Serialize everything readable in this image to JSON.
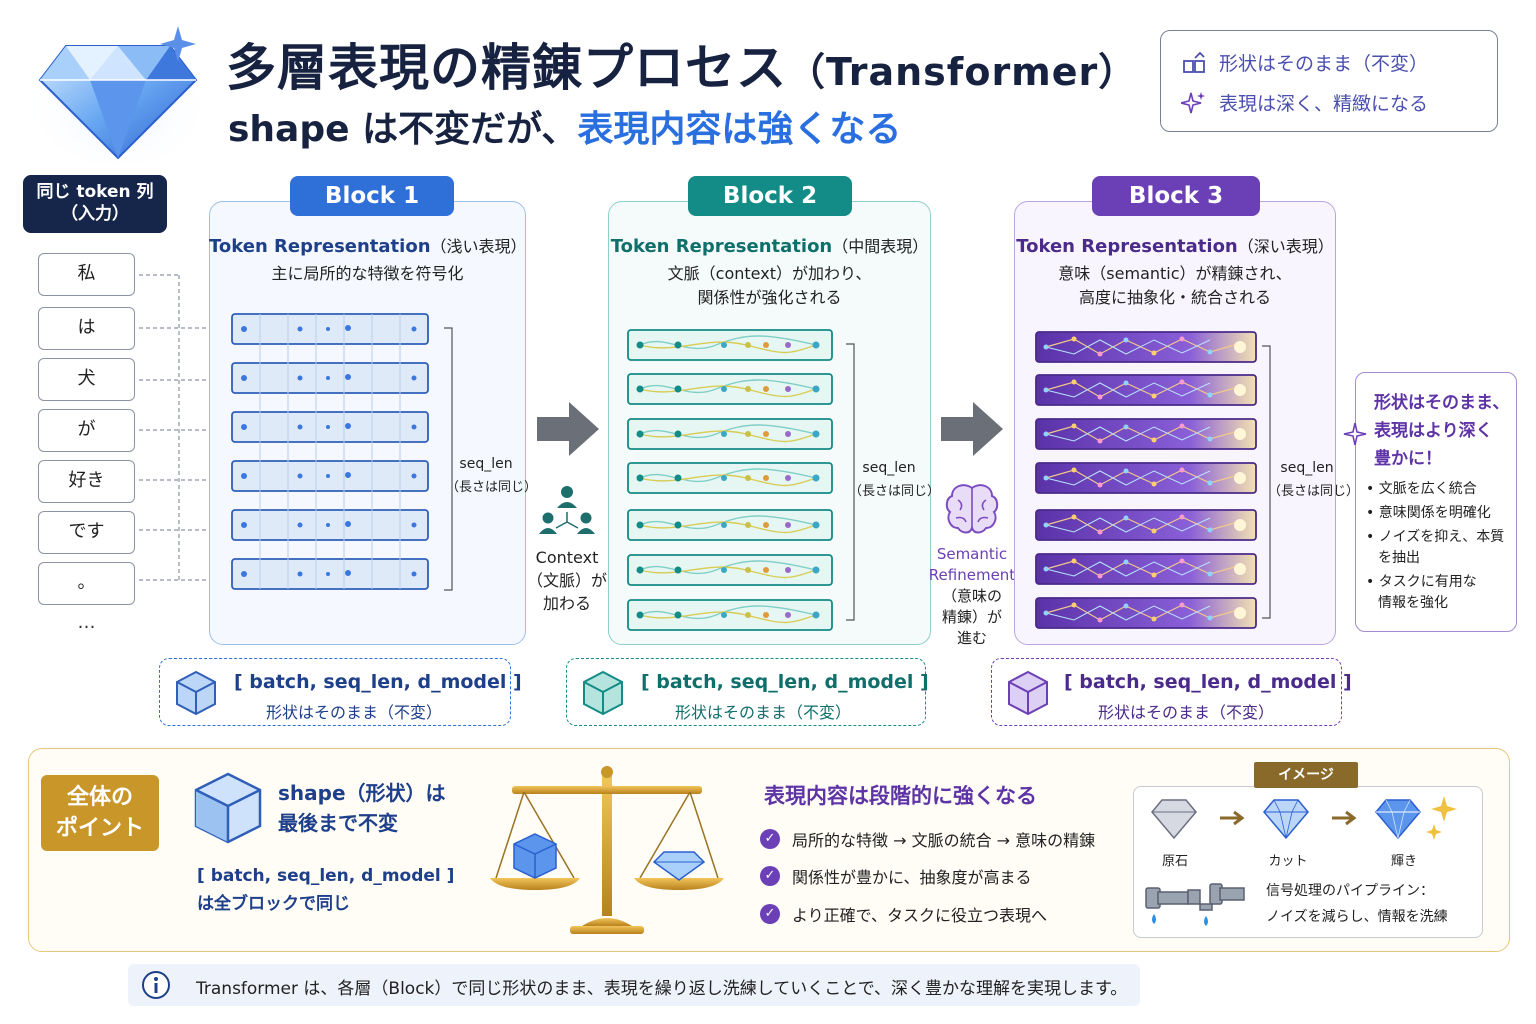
{
  "header": {
    "title_main": "多層表現の精錬プロセス",
    "title_paren": "（Transformer）",
    "subtitle_a": "shape は不変だが、",
    "subtitle_b": "表現内容は強くなる"
  },
  "legend": {
    "row1": "形状はそのまま（不変）",
    "row2": "表現は深く、精緻になる"
  },
  "input": {
    "header_line1": "同じ token 列",
    "header_line2": "（入力）",
    "tokens": [
      "私",
      "は",
      "犬",
      "が",
      "好き",
      "です",
      "。"
    ],
    "ellipsis": "…"
  },
  "blocks": [
    {
      "label": "Block 1",
      "heading": "Token Representation",
      "heading_note": "（浅い表現）",
      "desc_line1": "主に局所的な特徴を符号化",
      "desc_line2": "",
      "seq_len": "seq_len",
      "seq_note": "（長さは同じ）",
      "shape": "[ batch, seq_len, d_model ]",
      "shape_note": "形状はそのまま（不変）",
      "color": "#2f6fd8"
    },
    {
      "label": "Block 2",
      "heading": "Token Representation",
      "heading_note": "（中間表現）",
      "desc_line1": "文脈（context）が加わり、",
      "desc_line2": "関係性が強化される",
      "seq_len": "seq_len",
      "seq_note": "（長さは同じ）",
      "shape": "[ batch, seq_len, d_model ]",
      "shape_note": "形状はそのまま（不変）",
      "color": "#138b86"
    },
    {
      "label": "Block 3",
      "heading": "Token Representation",
      "heading_note": "（深い表現）",
      "desc_line1": "意味（semantic）が精錬され、",
      "desc_line2": "高度に抽象化・統合される",
      "seq_len": "seq_len",
      "seq_note": "（長さは同じ）",
      "shape": "[ batch, seq_len, d_model ]",
      "shape_note": "形状はそのまま（不変）",
      "color": "#6b3fb5"
    }
  ],
  "transition1": {
    "line1": "Context",
    "line2": "（文脈）が",
    "line3": "加わる"
  },
  "transition2": {
    "line1": "Semantic",
    "line2": "Refinement",
    "line3": "（意味の",
    "line4": "精錬）が",
    "line5": "進む"
  },
  "note": {
    "line1": "形状はそのまま、",
    "line2": "表現はより深く",
    "line3": "豊かに！",
    "items": [
      "文脈を広く統合",
      "意味関係を明確化",
      "ノイズを抑え、本質",
      "を抽出",
      "タスクに有用な",
      "情報を強化"
    ]
  },
  "summary": {
    "badge_line1": "全体の",
    "badge_line2": "ポイント",
    "shape_line1": "shape（形状）は",
    "shape_line2": "最後まで不変",
    "shape_line3": "[ batch, seq_len, d_model ]",
    "shape_line4": "は全ブロックで同じ",
    "rep_heading": "表現内容は段階的に強くなる",
    "checks": [
      "局所的な特徴 → 文脈の統合 → 意味の精錬",
      "関係性が豊かに、抽象度が高まる",
      "より正確で、タスクに役立つ表現へ"
    ]
  },
  "image_box": {
    "tag": "イメージ",
    "gems": [
      "原石",
      "カット",
      "輝き"
    ],
    "pipe_line1": "信号処理のパイプライン：",
    "pipe_line2": "ノイズを減らし、情報を洗練"
  },
  "footer": {
    "text": "Transformer は、各層（Block）で同じ形状のまま、表現を繰り返し洗練していくことで、深く豊かな理解を実現します。"
  }
}
